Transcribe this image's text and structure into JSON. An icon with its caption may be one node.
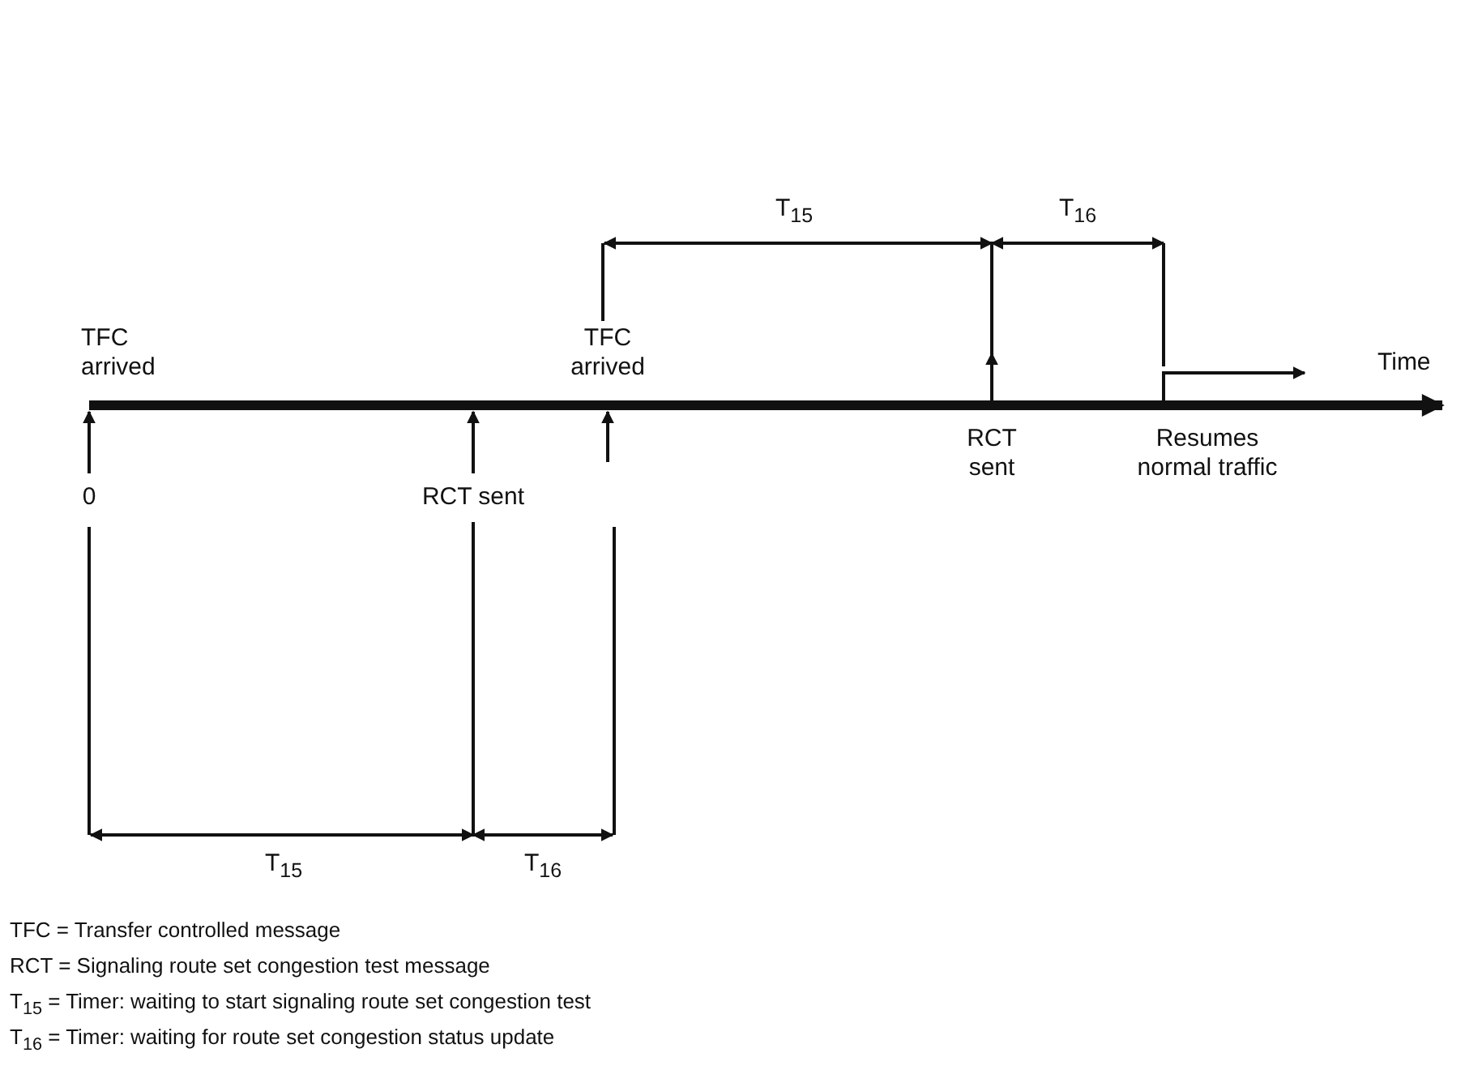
{
  "diagram": {
    "labels": [
      "T$_{15}$",
      "T$_{16}$",
      "TFC arrived",
      "TFC arrived",
      "Time",
      "RCT sent",
      "Resumes normal traffic",
      "0",
      "RCT sent",
      "T$_{15}$",
      "T$_{16}$",
      "TFC = Transfer controlled message",
      "RCT = Signaling route set congestion test message",
      "T$_{15}$ = Timer: waiting to start signaling route set congestion test",
      "T$_{16}$ = Timer: waiting for route set congestion status update"
    ]
  }
}
